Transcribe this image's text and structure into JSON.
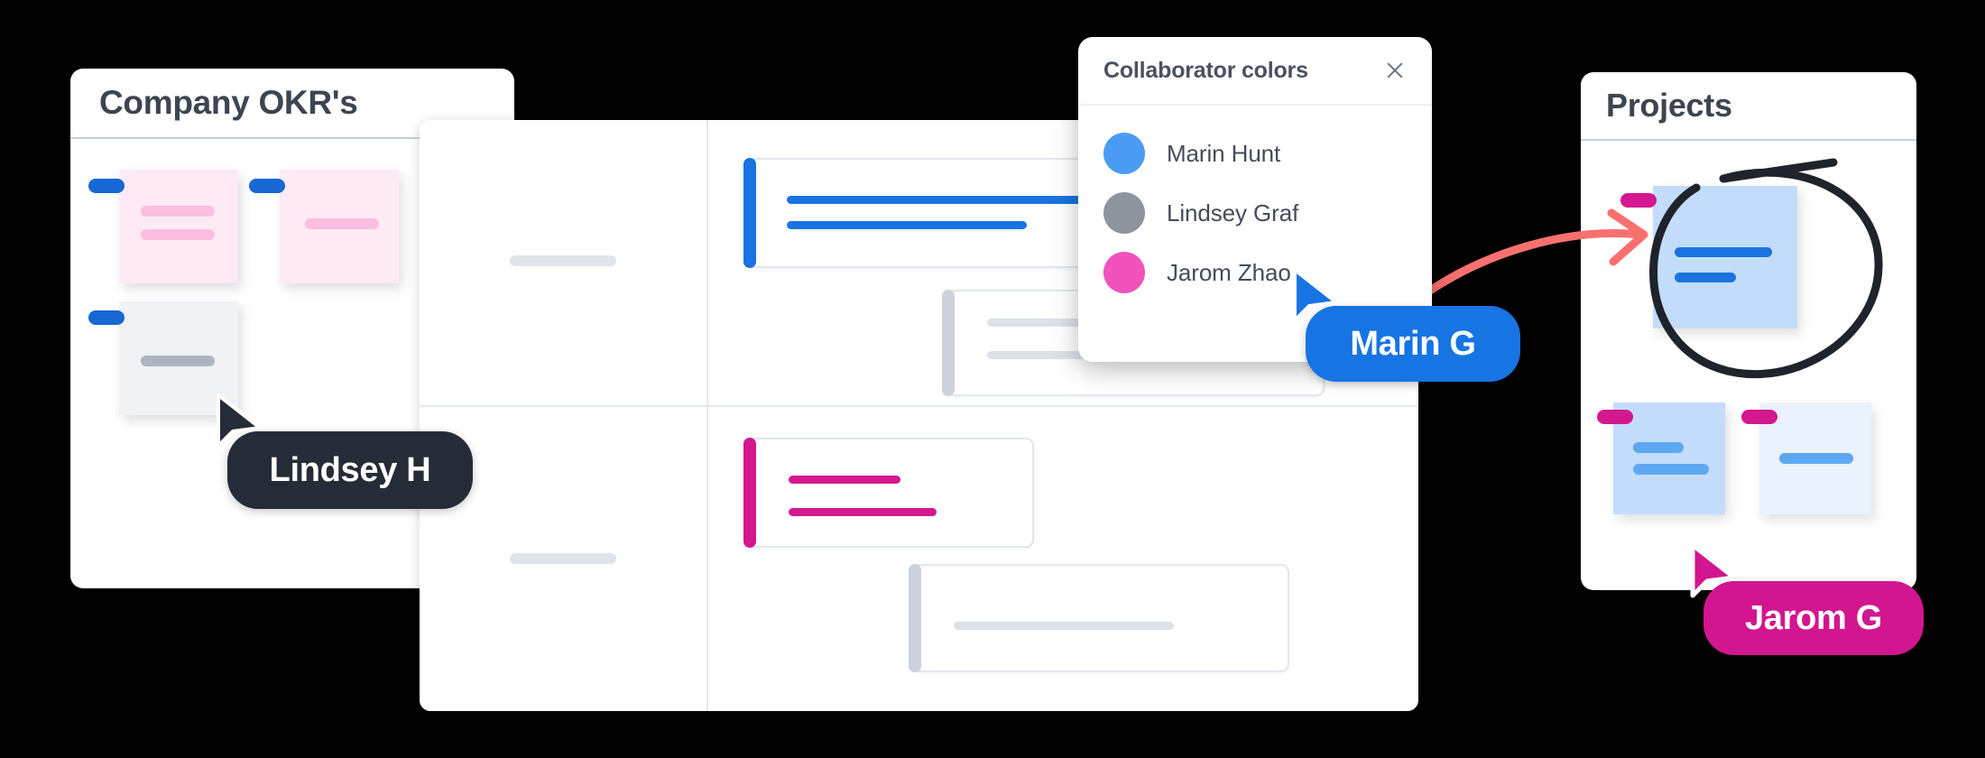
{
  "background_color": "#000000",
  "palette": {
    "blue": "#1a73e0",
    "blue_light": "#5ea8f2",
    "magenta": "#d4188f",
    "grey": "#9aa2ad",
    "slate": "#262c37",
    "coral_arrow": "#fa7070",
    "ink_annotation": "#1f232b",
    "sticky_pink": "#fdeaf5",
    "sticky_grey": "#f1f2f4",
    "card_blue_mid": "#c3dcfb",
    "card_blue_light": "#eaf2fd"
  },
  "okr_panel": {
    "title": "Company OKR's",
    "cards": [
      {
        "name": "okr-card-1",
        "tag_color": "blue",
        "surface": "pink",
        "lines": 2
      },
      {
        "name": "okr-card-2",
        "tag_color": "blue",
        "surface": "pink",
        "lines": 1
      },
      {
        "name": "okr-card-3",
        "tag_color": "blue",
        "surface": "grey",
        "lines": 1
      }
    ]
  },
  "grid_panel": {
    "columns": 2,
    "rows": 2,
    "row_labels_placeholder": true,
    "items": [
      {
        "name": "grid-item-blue",
        "accent": "blue",
        "lines": 2,
        "row": 1,
        "col": 2
      },
      {
        "name": "grid-item-grey-1",
        "accent": "grey",
        "lines": 2,
        "row": 1,
        "col": 2
      },
      {
        "name": "grid-item-magenta",
        "accent": "magenta",
        "lines": 2,
        "row": 2,
        "col": 2
      },
      {
        "name": "grid-item-grey-2",
        "accent": "grey",
        "lines": 1,
        "row": 2,
        "col": 2
      }
    ]
  },
  "projects_panel": {
    "title": "Projects",
    "cards": [
      {
        "name": "project-card-highlighted",
        "tag_color": "magenta",
        "surface": "blue_mid",
        "lines": 2,
        "annotated": true
      },
      {
        "name": "project-card-2",
        "tag_color": "magenta",
        "surface": "blue_mid",
        "lines": 2,
        "annotated": false
      },
      {
        "name": "project-card-3",
        "tag_color": "magenta",
        "surface": "blue_light",
        "lines": 1,
        "annotated": false
      }
    ]
  },
  "popup": {
    "title": "Collaborator colors",
    "close_icon": "close-icon",
    "collaborators": [
      {
        "name": "Marin Hunt",
        "color": "#4b9bf5"
      },
      {
        "name": "Lindsey Graf",
        "color": "#8e949e"
      },
      {
        "name": "Jarom Zhao",
        "color": "#f152bc"
      }
    ]
  },
  "cursors": [
    {
      "id": "lindsey",
      "label": "Lindsey H",
      "color": "#262c37",
      "pointer_color": "#262c37"
    },
    {
      "id": "marin",
      "label": "Marin G",
      "color": "#1774e3",
      "pointer_color": "#1774e3"
    },
    {
      "id": "jarom",
      "label": "Jarom G",
      "color": "#d2168f",
      "pointer_color": "#d2168f"
    }
  ],
  "annotations": [
    {
      "name": "hand-drawn-circle",
      "color": "#1f232b",
      "target": "project-card-highlighted"
    },
    {
      "name": "pointing-arrow",
      "color": "#fa7070",
      "target": "project-card-highlighted"
    }
  ]
}
